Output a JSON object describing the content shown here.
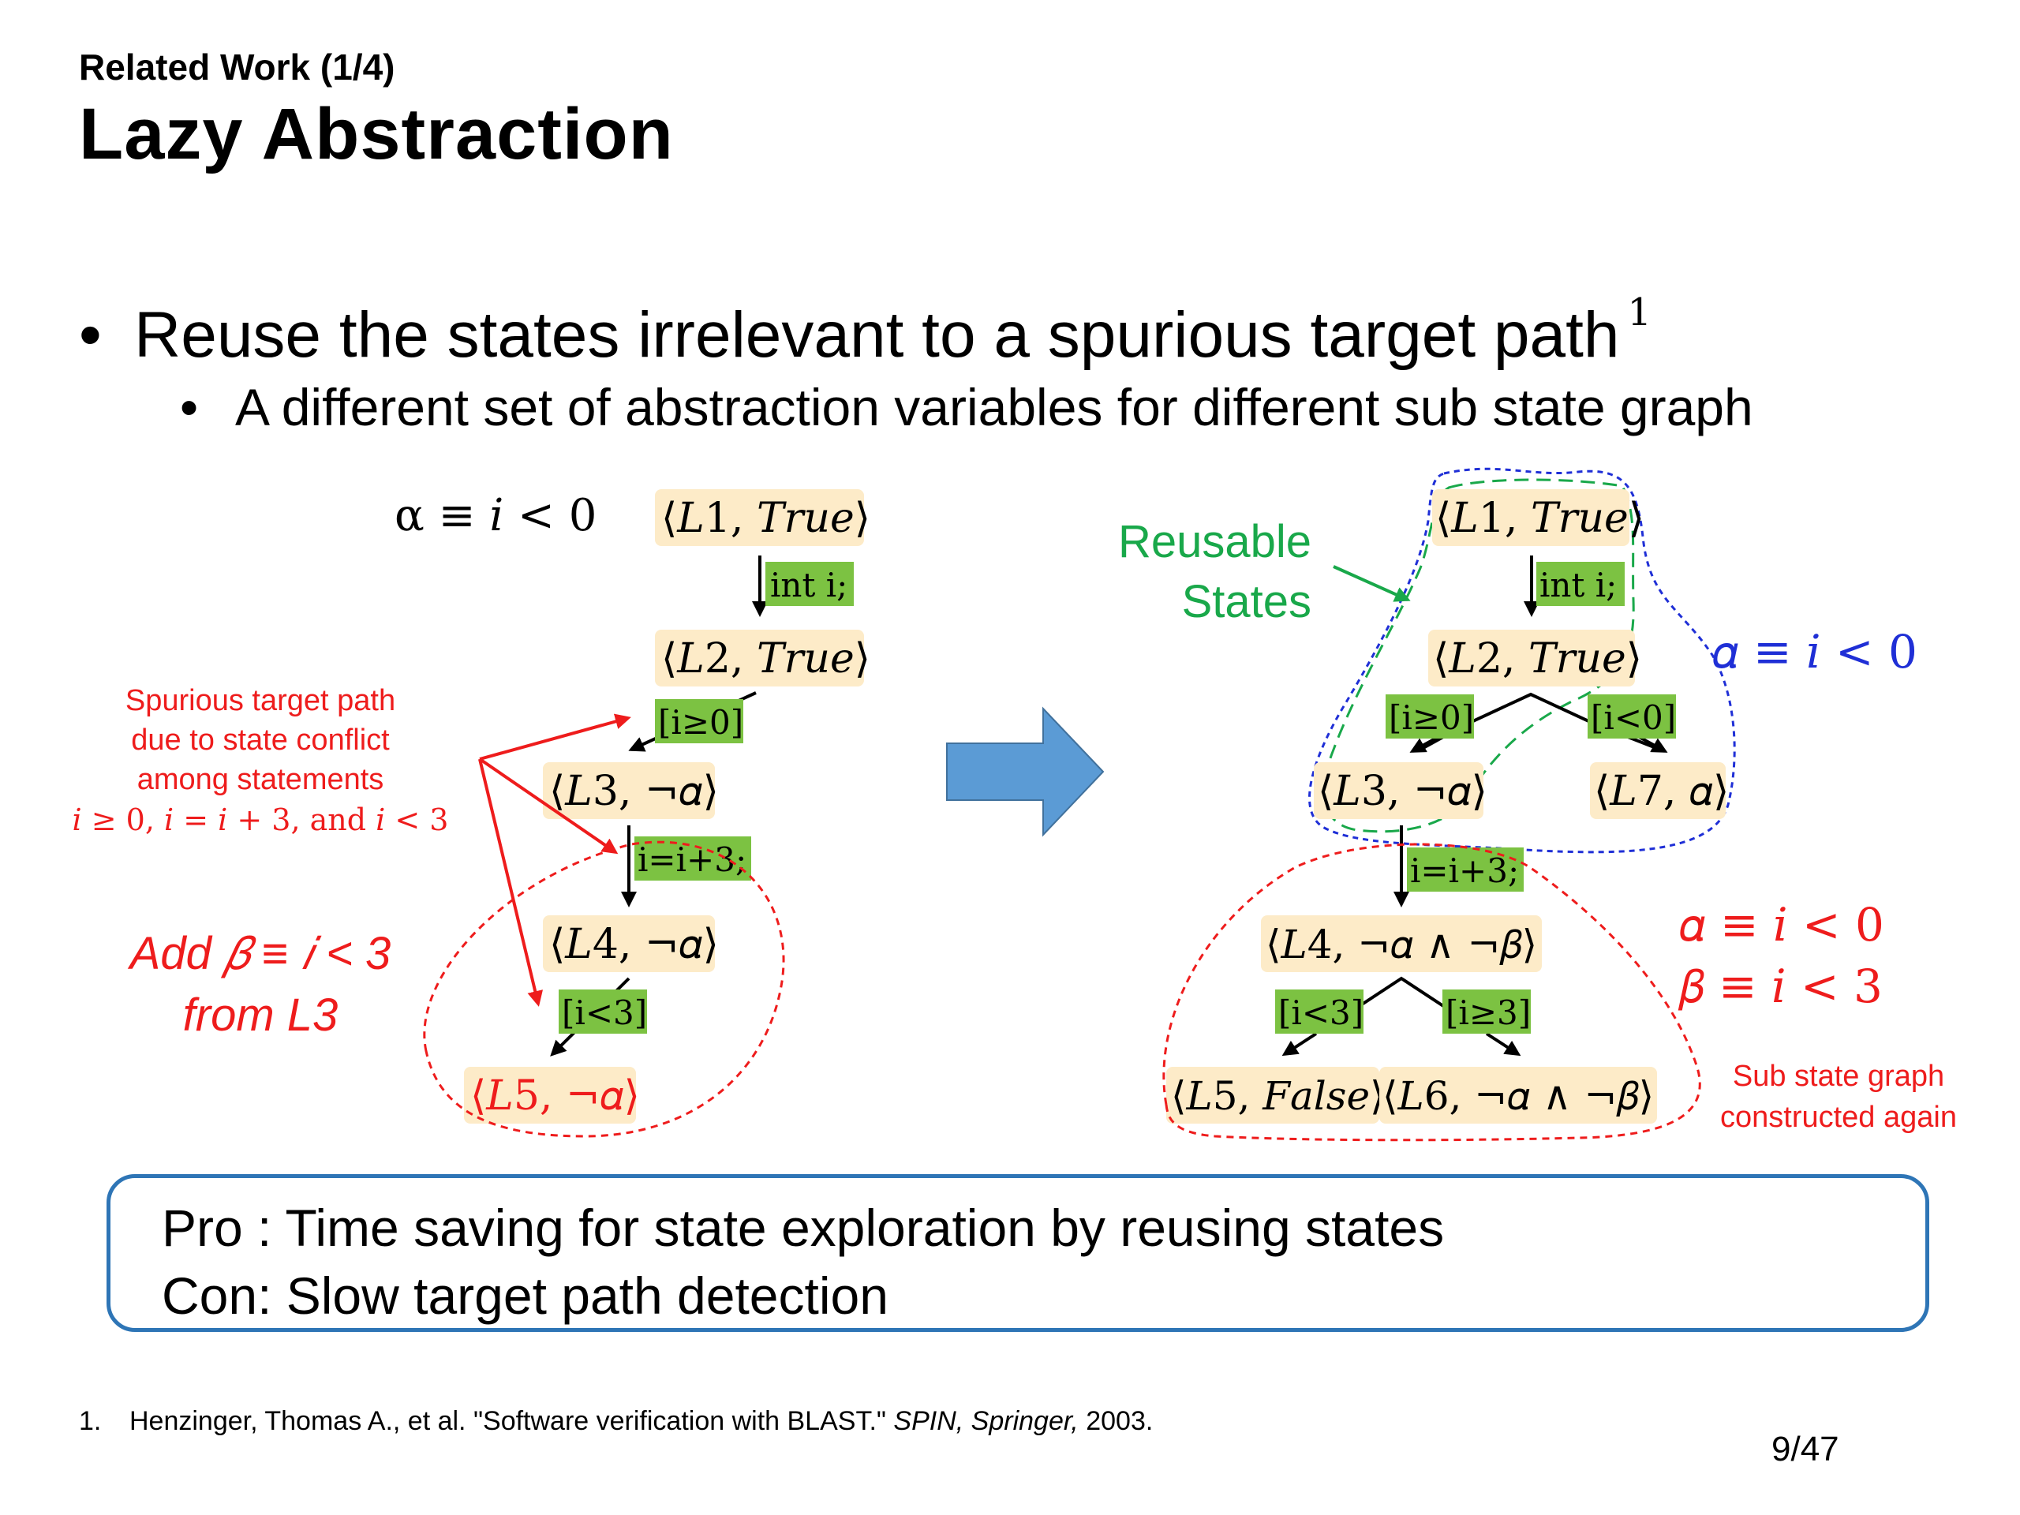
{
  "header": {
    "subtitle": "Related Work (1/4)",
    "title": "Lazy Abstraction"
  },
  "bullets": {
    "main": "Reuse the states irrelevant to a spurious target path",
    "main_ref": "1",
    "sub": "A different set of abstraction variables for different sub state graph"
  },
  "left_graph": {
    "alpha_def": "α ≡ 𝑖 < 0",
    "nodes": {
      "l1": "⟨𝐿1, 𝑇𝑟𝑢𝑒⟩",
      "l2": "⟨𝐿2, 𝑇𝑟𝑢𝑒⟩",
      "l3": "⟨𝐿3, ¬𝛼⟩",
      "l4": "⟨𝐿4, ¬𝛼⟩",
      "l5": "⟨𝐿5, ¬𝛼⟩"
    },
    "edges": {
      "e1": "int i;",
      "e2": "[i≥0]",
      "e3": "i=i+3;",
      "e4": "[i<3]"
    },
    "spurious_note": [
      "Spurious target path",
      "due to state conflict",
      "among statements",
      "𝑖 ≥ 0, 𝑖 = 𝑖 + 3, and 𝑖 < 3"
    ],
    "add_note": [
      "Add 𝛽 ≡ 𝑖 < 3",
      "from L3"
    ]
  },
  "right_graph": {
    "reusable_label": [
      "Reusable",
      "States"
    ],
    "alpha_def": "𝛼 ≡ 𝑖 < 0",
    "nodes": {
      "l1": "⟨𝐿1, 𝑇𝑟𝑢𝑒⟩",
      "l2": "⟨𝐿2, 𝑇𝑟𝑢𝑒⟩",
      "l3": "⟨𝐿3, ¬𝛼⟩",
      "l7": "⟨𝐿7, 𝛼⟩",
      "l4": "⟨𝐿4, ¬𝛼 ∧ ¬𝛽⟩",
      "l5": "⟨𝐿5, 𝐹𝑎𝑙𝑠𝑒⟩",
      "l6": "⟨𝐿6, ¬𝛼 ∧ ¬𝛽⟩"
    },
    "edges": {
      "e1": "int i;",
      "e2a": "[i≥0]",
      "e2b": "[i<0]",
      "e3": "i=i+3;",
      "e4a": "[i<3]",
      "e4b": "[i≥3]"
    },
    "red_defs": [
      "𝛼 ≡ 𝑖 < 0",
      "𝛽 ≡ 𝑖 < 3"
    ],
    "sub_graph_note": [
      "Sub state graph",
      "constructed again"
    ]
  },
  "summary": {
    "pro": "Pro : Time saving for state exploration by reusing states",
    "con": "Con: Slow target path detection"
  },
  "footnote": {
    "num": "1.",
    "text_plain": "Henzinger, Thomas A., et al. \"Software verification with BLAST.\"",
    "text_italic": "SPIN, Springer,",
    "year": "2003."
  },
  "page": "9/47",
  "colors": {
    "node_fill": "#fdebc8",
    "edge_fill": "#7cc242",
    "red": "#ee1c1c",
    "green": "#19a84a",
    "blue": "#1f2fd6",
    "arrow_shape": "#5b9bd5",
    "box_border": "#2e75b6"
  }
}
